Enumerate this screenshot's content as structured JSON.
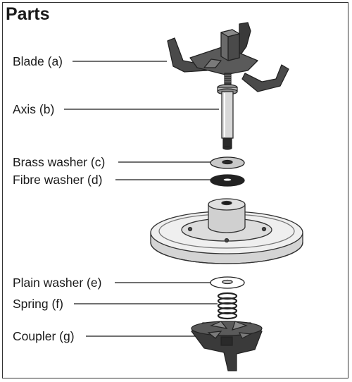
{
  "title": "Parts",
  "parts": [
    {
      "label": "Blade (a)"
    },
    {
      "label": "Axis (b)"
    },
    {
      "label": "Brass washer (c)"
    },
    {
      "label": "Fibre washer (d)"
    },
    {
      "label": "Plain washer (e)"
    },
    {
      "label": "Spring (f)"
    },
    {
      "label": "Coupler (g)"
    }
  ]
}
